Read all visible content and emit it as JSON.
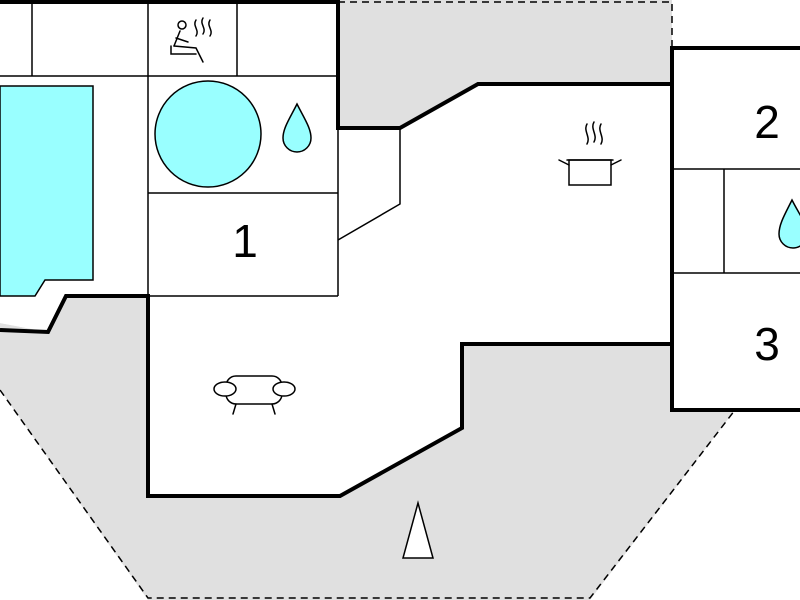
{
  "rooms": [
    {
      "label": "1"
    },
    {
      "label": "2"
    },
    {
      "label": "3"
    }
  ],
  "icons": [
    {
      "name": "sauna-icon"
    },
    {
      "name": "hot-tub-icon"
    },
    {
      "name": "water-drop-icon"
    },
    {
      "name": "cooking-pot-icon"
    },
    {
      "name": "sofa-icon"
    },
    {
      "name": "north-arrow-icon"
    }
  ],
  "colors": {
    "pool_water": "#99ffff",
    "outdoor_area": "#e0e0e0",
    "wall": "#000000",
    "floor": "#ffffff"
  }
}
